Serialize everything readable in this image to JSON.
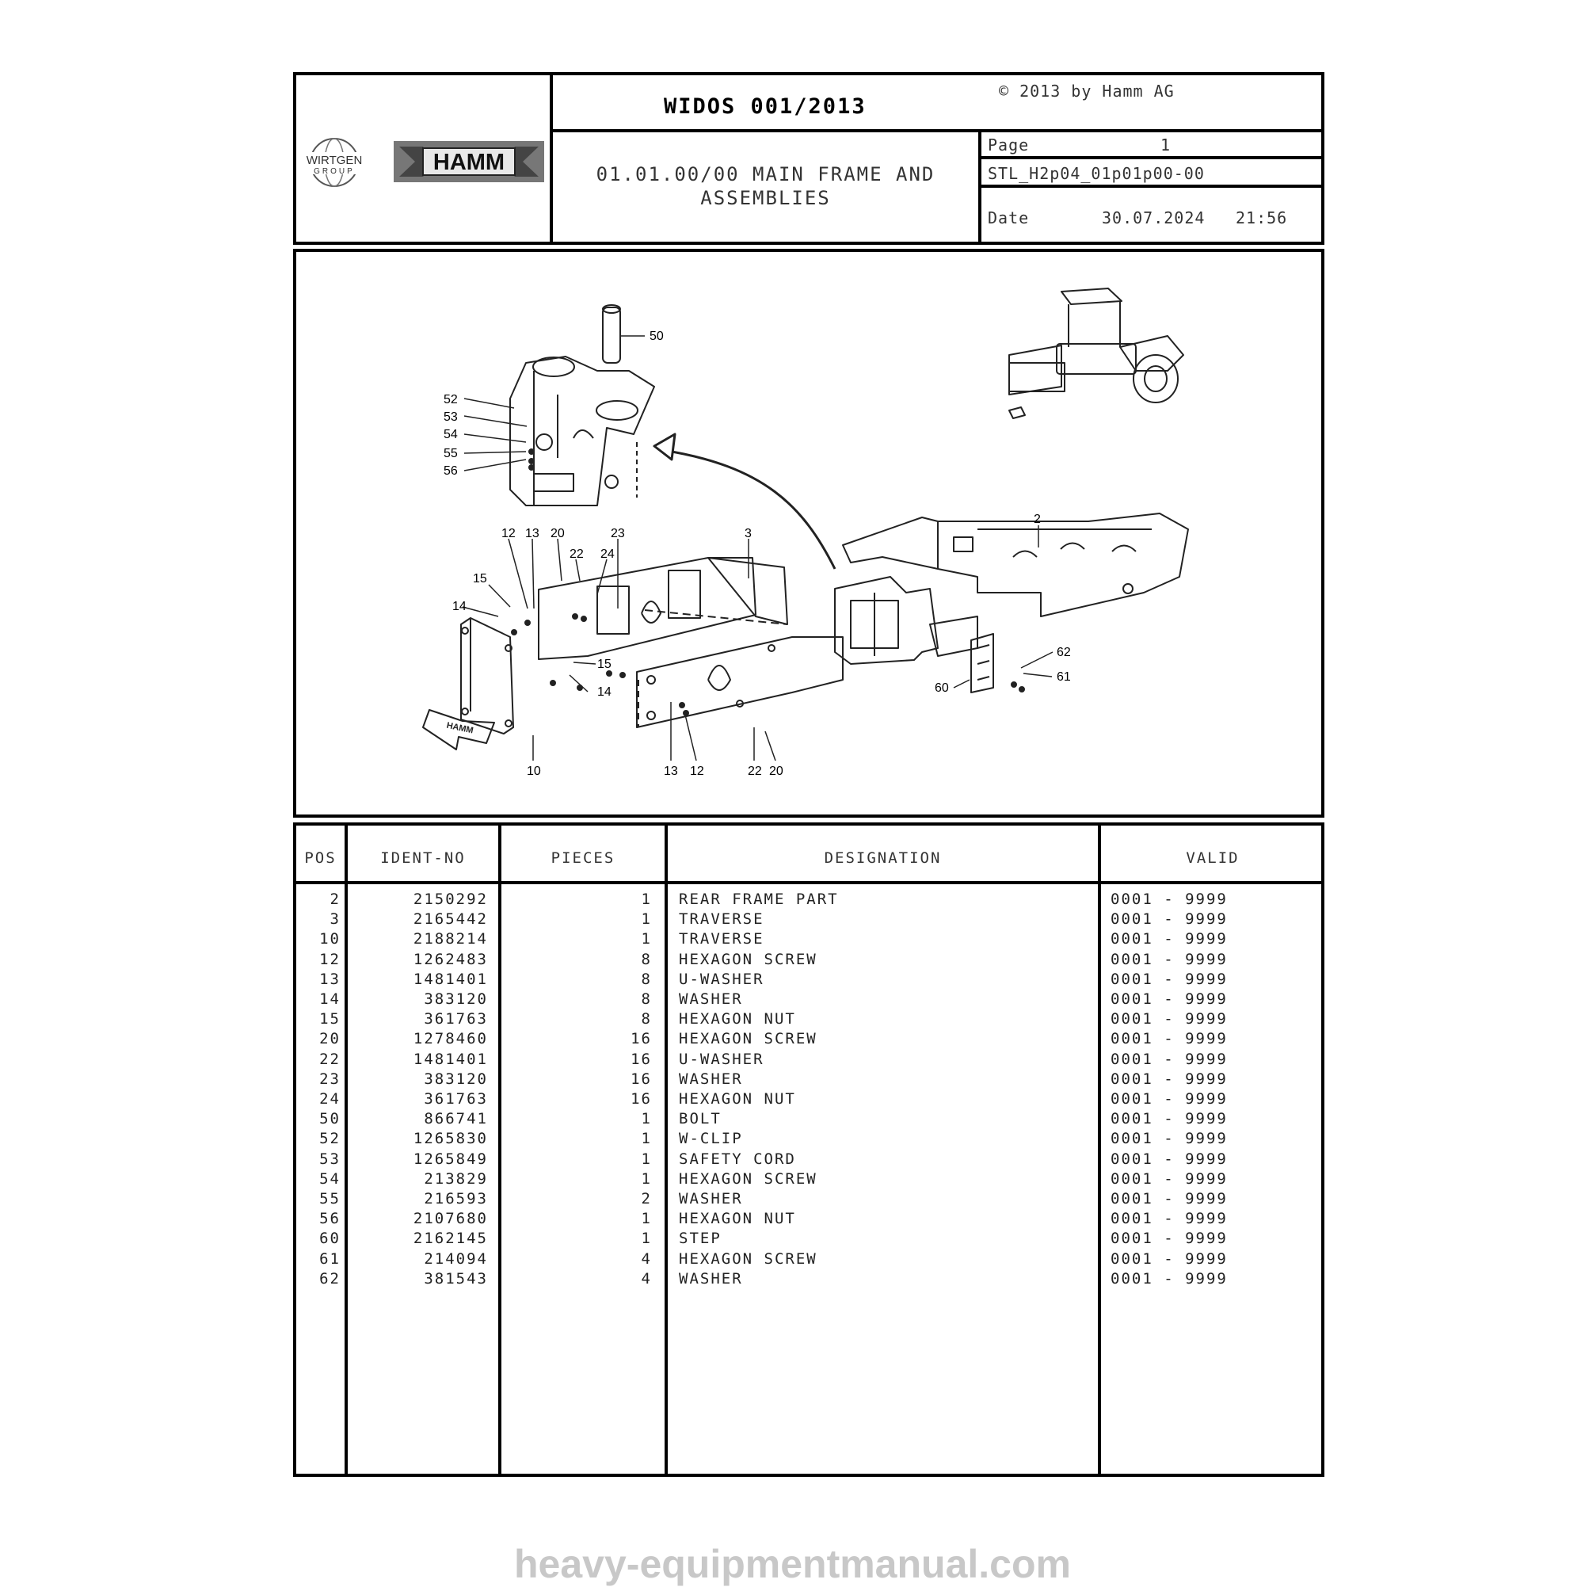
{
  "header": {
    "doc_title": "WIDOS 001/2013",
    "copyright": "© 2013 by Hamm AG",
    "section_title_line1": "01.01.00/00 MAIN FRAME AND",
    "section_title_line2": "ASSEMBLIES",
    "page_label": "Page",
    "page_value": "1",
    "code": "STL_H2p04_01p01p00-00",
    "date_label": "Date",
    "date_value": "30.07.2024",
    "time_value": "21:56",
    "logo_wirtgen_line1": "WIRTGEN",
    "logo_wirtgen_line2": "GROUP",
    "logo_hamm": "HAMM"
  },
  "drawing": {
    "callouts": [
      "50",
      "52",
      "53",
      "54",
      "55",
      "56",
      "2",
      "3",
      "12",
      "13",
      "20",
      "23",
      "22",
      "24",
      "15",
      "14",
      "15",
      "14",
      "62",
      "61",
      "60",
      "10",
      "13",
      "12",
      "22",
      "20"
    ],
    "arrow_label": "HAMM"
  },
  "table": {
    "headers": {
      "pos": "POS",
      "ident": "IDENT-NO",
      "pieces": "PIECES",
      "designation": "DESIGNATION",
      "valid": "VALID"
    },
    "rows": [
      {
        "pos": "2",
        "ident": "2150292",
        "pieces": "1",
        "designation": "REAR FRAME PART",
        "valid": "0001 - 9999"
      },
      {
        "pos": "3",
        "ident": "2165442",
        "pieces": "1",
        "designation": "TRAVERSE",
        "valid": "0001 - 9999"
      },
      {
        "pos": "10",
        "ident": "2188214",
        "pieces": "1",
        "designation": "TRAVERSE",
        "valid": "0001 - 9999"
      },
      {
        "pos": "12",
        "ident": "1262483",
        "pieces": "8",
        "designation": "HEXAGON SCREW",
        "valid": "0001 - 9999"
      },
      {
        "pos": "13",
        "ident": "1481401",
        "pieces": "8",
        "designation": "U-WASHER",
        "valid": "0001 - 9999"
      },
      {
        "pos": "14",
        "ident": "383120",
        "pieces": "8",
        "designation": "WASHER",
        "valid": "0001 - 9999"
      },
      {
        "pos": "15",
        "ident": "361763",
        "pieces": "8",
        "designation": "HEXAGON NUT",
        "valid": "0001 - 9999"
      },
      {
        "pos": "20",
        "ident": "1278460",
        "pieces": "16",
        "designation": "HEXAGON SCREW",
        "valid": "0001 - 9999"
      },
      {
        "pos": "22",
        "ident": "1481401",
        "pieces": "16",
        "designation": "U-WASHER",
        "valid": "0001 - 9999"
      },
      {
        "pos": "23",
        "ident": "383120",
        "pieces": "16",
        "designation": "WASHER",
        "valid": "0001 - 9999"
      },
      {
        "pos": "24",
        "ident": "361763",
        "pieces": "16",
        "designation": "HEXAGON NUT",
        "valid": "0001 - 9999"
      },
      {
        "pos": "50",
        "ident": "866741",
        "pieces": "1",
        "designation": "BOLT",
        "valid": "0001 - 9999"
      },
      {
        "pos": "52",
        "ident": "1265830",
        "pieces": "1",
        "designation": "W-CLIP",
        "valid": "0001 - 9999"
      },
      {
        "pos": "53",
        "ident": "1265849",
        "pieces": "1",
        "designation": "SAFETY CORD",
        "valid": "0001 - 9999"
      },
      {
        "pos": "54",
        "ident": "213829",
        "pieces": "1",
        "designation": "HEXAGON SCREW",
        "valid": "0001 - 9999"
      },
      {
        "pos": "55",
        "ident": "216593",
        "pieces": "2",
        "designation": "WASHER",
        "valid": "0001 - 9999"
      },
      {
        "pos": "56",
        "ident": "2107680",
        "pieces": "1",
        "designation": "HEXAGON NUT",
        "valid": "0001 - 9999"
      },
      {
        "pos": "60",
        "ident": "2162145",
        "pieces": "1",
        "designation": "STEP",
        "valid": "0001 - 9999"
      },
      {
        "pos": "61",
        "ident": "214094",
        "pieces": "4",
        "designation": "HEXAGON SCREW",
        "valid": "0001 - 9999"
      },
      {
        "pos": "62",
        "ident": "381543",
        "pieces": "4",
        "designation": "WASHER",
        "valid": "0001 - 9999"
      }
    ]
  },
  "footer": {
    "watermark": "heavy-equipmentmanual.com"
  }
}
